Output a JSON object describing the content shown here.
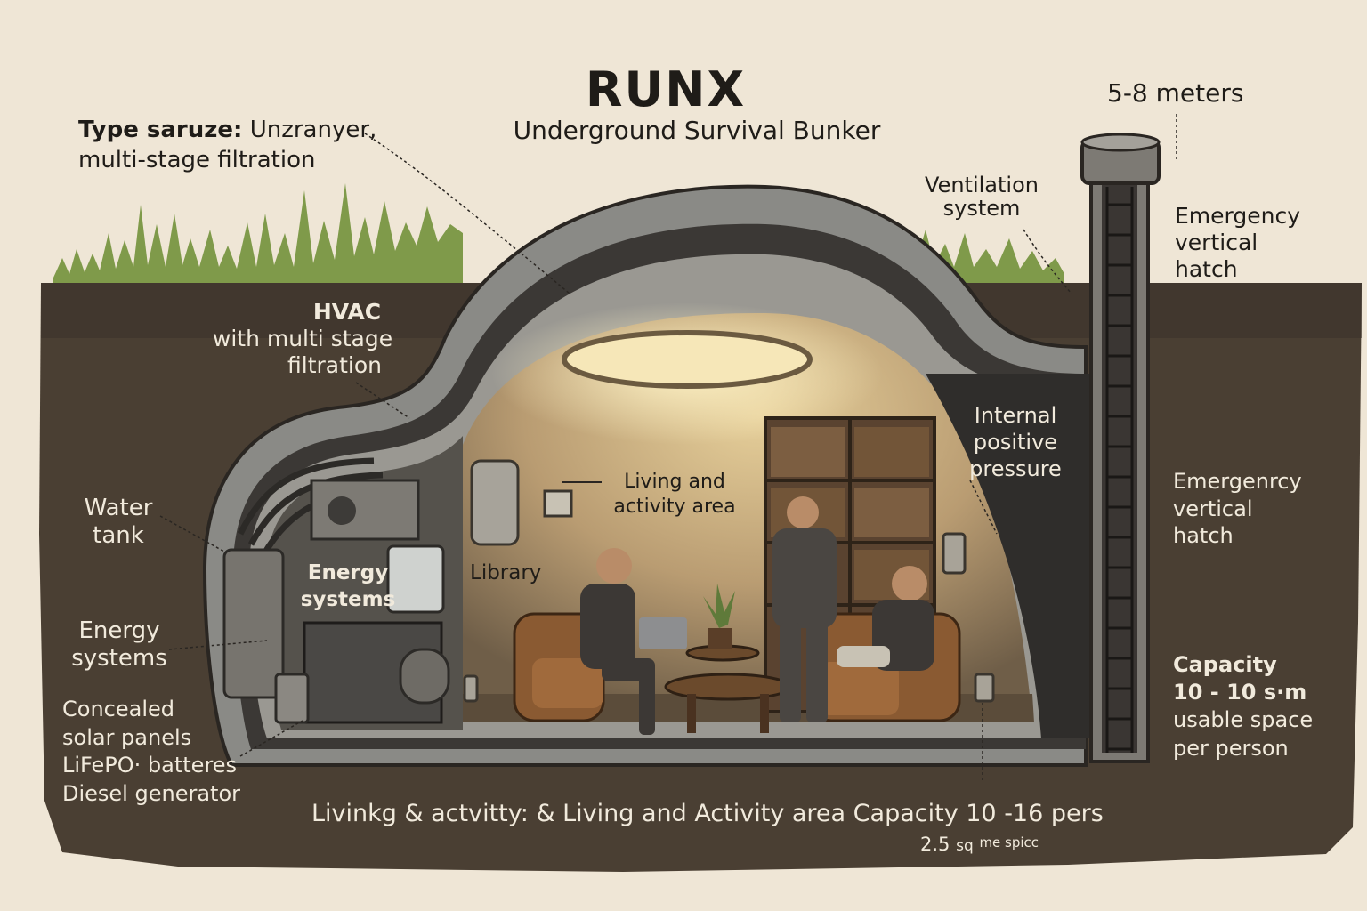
{
  "title": "RUNX",
  "subtitle": "Underground Survival Bunker",
  "labels": {
    "type_bold": "Type saruze:",
    "type_rest": "Unzranyer,",
    "type_line2": "multi-stage filtration",
    "depth": "5-8 meters",
    "ventilation": [
      "Ventilation",
      "system"
    ],
    "hatch_top": [
      "Emergency",
      "vertical",
      "hatch"
    ],
    "hvac_title": "HVAC",
    "hvac_lines": [
      "with multi stage",
      "filtration"
    ],
    "water_tank": [
      "Water",
      "tank"
    ],
    "energy_outer": [
      "Energy",
      "systems"
    ],
    "energy_inner": [
      "Energy",
      "systems"
    ],
    "power_list": [
      "Concealed",
      "solar panels",
      "LiFePO· batteres",
      "Diesel generator"
    ],
    "living_area": [
      "Living and",
      "activity area"
    ],
    "library": "Library",
    "pressure": [
      "Internal",
      "positive",
      "pressure"
    ],
    "hatch_right": [
      "Emergenrcy",
      "vertical",
      "hatch"
    ],
    "capacity_title": "Capacity",
    "capacity_value": "10 - 10 s∙m",
    "capacity_lines": [
      "usable space",
      "per person"
    ],
    "bottom_main": "Livinkg & actvitty: & Living and Activity area  Capacity 10 -16 pers",
    "bottom_value": "2.5",
    "bottom_unit": "sq",
    "bottom_small": "me spicc"
  },
  "colors": {
    "paper": "#efe6d6",
    "soil": "#4a3f33",
    "concrete": "#8a8a86",
    "interior": "#c7b08c",
    "light": "#f3dfa8",
    "grass": "#7f9a4a"
  }
}
